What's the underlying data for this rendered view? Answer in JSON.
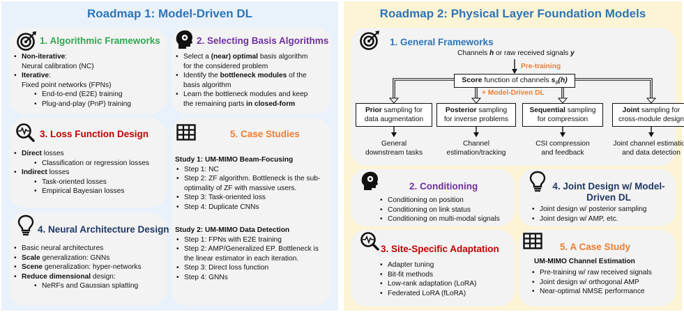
{
  "left": {
    "title": "Roadmap 1: Model-Driven DL",
    "algo": {
      "title": "1. Algorithmic Frameworks",
      "items": [
        {
          "kind": "b",
          "parts": [
            {
              "t": "Non-iterative",
              "b": true
            },
            {
              "t": ":"
            }
          ]
        },
        {
          "kind": "c",
          "parts": [
            {
              "t": "Neural calibration (NC)"
            }
          ]
        },
        {
          "kind": "b",
          "parts": [
            {
              "t": "Iterative",
              "b": true
            },
            {
              "t": ":"
            }
          ]
        },
        {
          "kind": "c",
          "parts": [
            {
              "t": "Fixed point networks (FPNs)"
            }
          ]
        },
        {
          "kind": "s",
          "parts": [
            {
              "t": "End-to-end (E2E) training"
            }
          ]
        },
        {
          "kind": "s",
          "parts": [
            {
              "t": "Plug-and-play (PnP) training"
            }
          ]
        }
      ]
    },
    "basis": {
      "title": "2. Selecting Basis Algorithms",
      "items": [
        {
          "kind": "b",
          "parts": [
            {
              "t": "Select a "
            },
            {
              "t": "(near) optimal",
              "b": true
            },
            {
              "t": " basis algorithm"
            }
          ]
        },
        {
          "kind": "c",
          "parts": [
            {
              "t": "for the considered problem"
            }
          ]
        },
        {
          "kind": "b",
          "parts": [
            {
              "t": "Identify the "
            },
            {
              "t": "bottleneck modules",
              "b": true
            },
            {
              "t": " of the"
            }
          ]
        },
        {
          "kind": "c",
          "parts": [
            {
              "t": "basis algorithm"
            }
          ]
        },
        {
          "kind": "b",
          "parts": [
            {
              "t": "Learn the bottleneck modules and keep"
            }
          ]
        },
        {
          "kind": "c",
          "parts": [
            {
              "t": "the remaining parts "
            },
            {
              "t": "in closed-form",
              "b": true
            }
          ]
        }
      ]
    },
    "loss": {
      "title": "3. Loss Function Design",
      "items": [
        {
          "kind": "b",
          "parts": [
            {
              "t": "Direct",
              "b": true
            },
            {
              "t": " losses"
            }
          ]
        },
        {
          "kind": "s",
          "parts": [
            {
              "t": "Classification or regression losses"
            }
          ]
        },
        {
          "kind": "b",
          "parts": [
            {
              "t": "Indirect",
              "b": true
            },
            {
              "t": " losses"
            }
          ]
        },
        {
          "kind": "s",
          "parts": [
            {
              "t": "Task-oriented losses"
            }
          ]
        },
        {
          "kind": "s",
          "parts": [
            {
              "t": "Empirical Bayesian losses"
            }
          ]
        }
      ]
    },
    "arch": {
      "title": "4. Neural Architecture Design",
      "items": [
        {
          "kind": "b",
          "parts": [
            {
              "t": "Basic neural architectures"
            }
          ]
        },
        {
          "kind": "b",
          "parts": [
            {
              "t": "Scale",
              "b": true
            },
            {
              "t": " generalization: GNNs"
            }
          ]
        },
        {
          "kind": "b",
          "parts": [
            {
              "t": "Scene",
              "b": true
            },
            {
              "t": " generalization: hyper-networks"
            }
          ]
        },
        {
          "kind": "b",
          "parts": [
            {
              "t": "Reduce dimensional",
              "b": true
            },
            {
              "t": " design:"
            }
          ]
        },
        {
          "kind": "s",
          "parts": [
            {
              "t": "NeRFs and Gaussian splatting"
            }
          ]
        }
      ]
    },
    "cases": {
      "title": "5. Case Studies",
      "study1": {
        "title": "Study 1: UM-MIMO Beam-Focusing",
        "steps": [
          "Step 1: NC",
          "Step 2: ZF algorithm. Bottleneck is the sub-optimality of ZF with massive users.",
          "Step 3: Task-oriented loss",
          "Step 4: Duplicate CNNs"
        ]
      },
      "study2": {
        "title": "Study 2: UM-MIMO Data Detection",
        "steps": [
          "Step 1: FPNs with E2E training",
          "Step 2: AMP/Generalized EP. Bottleneck is the linear estimator in each iteration.",
          "Step 3: Direct loss function",
          "Step 4: GNNs"
        ]
      }
    }
  },
  "right": {
    "title": "Roadmap 2: Physical Layer Foundation Models",
    "general": {
      "title": "1. General Frameworks",
      "input_pre": "Channels ",
      "input_h": "h",
      "input_mid": " or raw received signals ",
      "input_y": "y",
      "pretraining": "Pre-training",
      "score_bold": "Score",
      "score_rest": " function of channels ",
      "score_math": "s",
      "score_sub": "θ",
      "score_arg": "(h)",
      "model_driven": "+ Model-Driven DL",
      "tasks": [
        {
          "bold": "Prior",
          "rest": " sampling for",
          "line2": "data augmentation",
          "out1": "General",
          "out2": "downstream tasks"
        },
        {
          "bold": "Posterior",
          "rest": " sampling",
          "line2": "for inverse problems",
          "out1": "Channel",
          "out2": "estimation/tracking"
        },
        {
          "bold": "Sequential",
          "rest": " sampling",
          "line2": "for compression",
          "out1": "CSI compression",
          "out2": "and feedback"
        },
        {
          "bold": "Joint",
          "rest": " sampling for",
          "line2": "cross-module design",
          "out1": "Joint channel estimation",
          "out2": "and data detection"
        }
      ]
    },
    "cond": {
      "title": "2. Conditioning",
      "items": [
        "Conditioning on position",
        "Conditioning on link status",
        "Conditioning on multi-modal signals"
      ]
    },
    "joint": {
      "title_line1": "4. Joint Design w/ Model-",
      "title_line2": "Driven DL",
      "items": [
        "Joint design w/ posterior sampling",
        "Joint design w/ AMP, etc."
      ]
    },
    "site": {
      "title": "3. Site-Specific Adaptation",
      "items": [
        "Adapter tuning",
        "Bit-fit methods",
        "Low-rank adaptation (LoRA)",
        "Federated LoRA (fLoRA)"
      ]
    },
    "case": {
      "title": "5. A Case Study",
      "subtitle": "UM-MIMO Channel Estimation",
      "items": [
        "Pre-training w/ raw received signals",
        "Joint design w/ orthogonal AMP",
        "Near-optimal NMSE performance"
      ]
    }
  }
}
